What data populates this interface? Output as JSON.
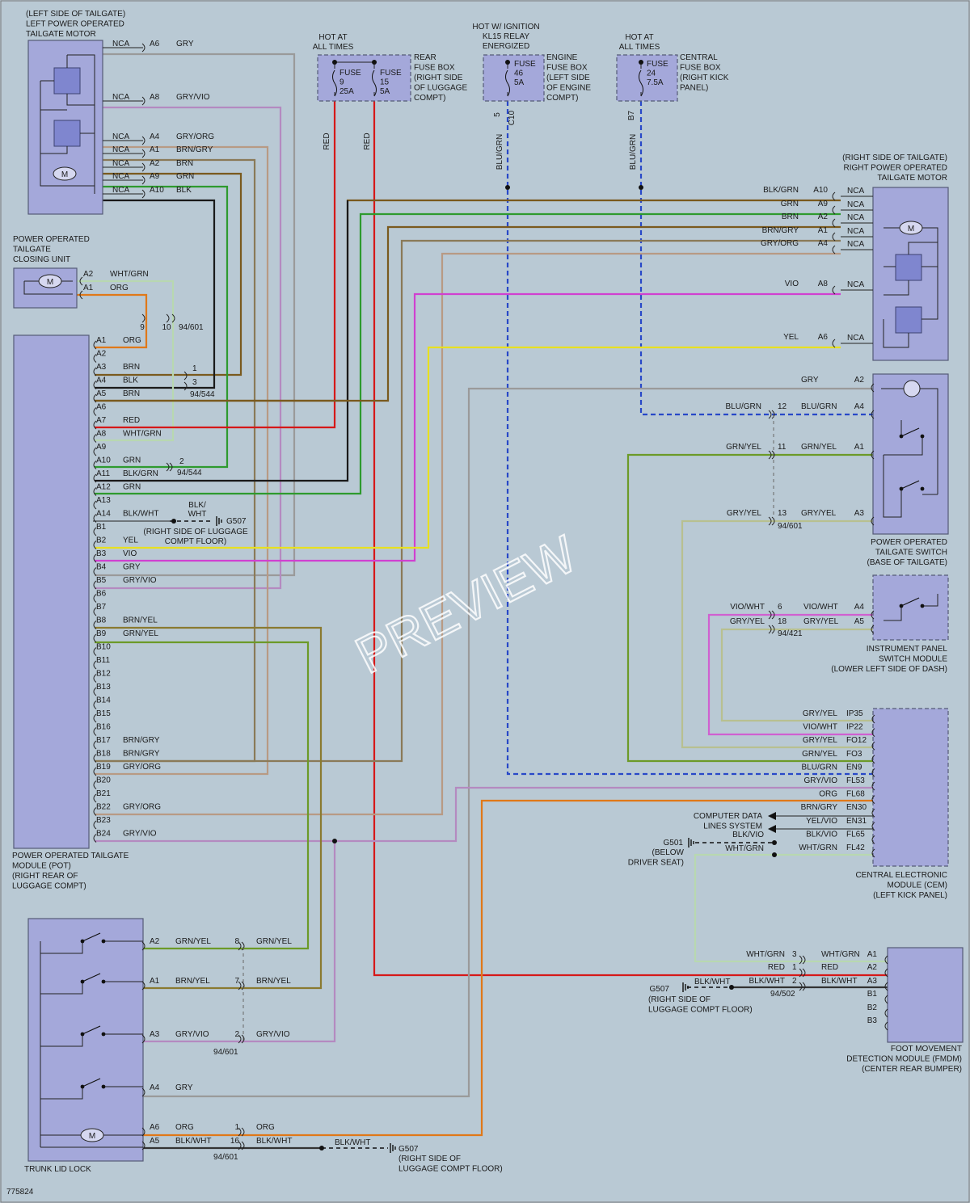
{
  "colors": {
    "background": "#b9c9d4",
    "module_fill": "#a4a8da",
    "GRY": "#9a9a9a",
    "GRYVIO": "#b48ac0",
    "GRYORG": "#b89a84",
    "BRN": "#7a5a1e",
    "BRNGRY": "#8a7a58",
    "GRN": "#2e9a2e",
    "BLK": "#1a1a1a",
    "WHTGRN": "#b8d8b0",
    "ORG": "#e07818",
    "RED": "#d61818",
    "BLUGRN": "#2848c8",
    "VIO": "#d040d0",
    "YEL": "#e8e020",
    "GRNYEL": "#6c9a28",
    "BRNYEL": "#8a7a30",
    "GRYYEL": "#b8c090",
    "VIOWHT": "#d060d0",
    "BLKWHT": "#333333",
    "BLKVIO": "#5a3060"
  },
  "diagram_id": "775824",
  "watermark": "PREVIEW",
  "components": {
    "left_motor": [
      "(LEFT SIDE OF TAILGATE)",
      "LEFT POWER OPERATED",
      "TAILGATE MOTOR"
    ],
    "closing_unit": [
      "POWER OPERATED",
      "TAILGATE",
      "CLOSING UNIT"
    ],
    "pot": [
      "POWER OPERATED TAILGATE",
      "MODULE (POT)",
      "(RIGHT REAR OF",
      "LUGGAGE COMPT)"
    ],
    "trunk_lock": [
      "TRUNK LID LOCK"
    ],
    "rear_fuse": [
      "REAR",
      "FUSE BOX",
      "(RIGHT SIDE",
      "OF LUGGAGE",
      "COMPT)"
    ],
    "rear_fuse_hot": [
      "HOT AT",
      "ALL TIMES"
    ],
    "engine_fuse": [
      "ENGINE",
      "FUSE BOX",
      "(LEFT SIDE",
      "OF ENGINE",
      "COMPT)"
    ],
    "engine_fuse_hot": [
      "HOT W/ IGNITION",
      "KL15 RELAY",
      "ENERGIZED"
    ],
    "central_fuse": [
      "CENTRAL",
      "FUSE BOX",
      "(RIGHT KICK",
      "PANEL)"
    ],
    "central_fuse_hot": [
      "HOT AT",
      "ALL TIMES"
    ],
    "right_motor": [
      "(RIGHT SIDE OF TAILGATE)",
      "RIGHT POWER OPERATED",
      "TAILGATE MOTOR"
    ],
    "tailgate_switch": [
      "POWER OPERATED",
      "TAILGATE SWITCH",
      "(BASE OF TAILGATE)"
    ],
    "ip_switch": [
      "INSTRUMENT PANEL",
      "SWITCH MODULE",
      "(LOWER LEFT SIDE OF DASH)"
    ],
    "cem": [
      "CENTRAL ELECTRONIC",
      "MODULE (CEM)",
      "(LEFT KICK PANEL)"
    ],
    "fmdm": [
      "FOOT MOVEMENT",
      "DETECTION MODULE (FMDM)",
      "(CENTER REAR BUMPER)"
    ]
  },
  "fuses": {
    "f9": [
      "FUSE",
      "9",
      "25A"
    ],
    "f15": [
      "FUSE",
      "15",
      "5A"
    ],
    "f46": [
      "FUSE",
      "46",
      "5A"
    ],
    "f24": [
      "FUSE",
      "24",
      "7.5A"
    ],
    "engine_pins": [
      "5",
      "C10"
    ],
    "central_pin": "B7"
  },
  "left_motor_pins": [
    {
      "nca": "NCA",
      "pin": "A6",
      "color": "GRY"
    },
    {
      "nca": "NCA",
      "pin": "A8",
      "color": "GRY/VIO"
    },
    {
      "nca": "NCA",
      "pin": "A4",
      "color": "GRY/ORG"
    },
    {
      "nca": "NCA",
      "pin": "A1",
      "color": "BRN/GRY"
    },
    {
      "nca": "NCA",
      "pin": "A2",
      "color": "BRN"
    },
    {
      "nca": "NCA",
      "pin": "A9",
      "color": "GRN"
    },
    {
      "nca": "NCA",
      "pin": "A10",
      "color": "BLK"
    }
  ],
  "closing_pins": [
    {
      "pin": "A2",
      "color": "WHT/GRN"
    },
    {
      "pin": "A1",
      "color": "ORG"
    }
  ],
  "closing_conn": [
    "9",
    "10",
    "94/601"
  ],
  "pot_pins": [
    {
      "pin": "A1",
      "color": "ORG"
    },
    {
      "pin": "A2",
      "color": ""
    },
    {
      "pin": "A3",
      "color": "BRN"
    },
    {
      "pin": "A4",
      "color": "BLK"
    },
    {
      "pin": "A5",
      "color": "BRN"
    },
    {
      "pin": "A6",
      "color": ""
    },
    {
      "pin": "A7",
      "color": "RED"
    },
    {
      "pin": "A8",
      "color": "WHT/GRN"
    },
    {
      "pin": "A9",
      "color": ""
    },
    {
      "pin": "A10",
      "color": "GRN"
    },
    {
      "pin": "A11",
      "color": "BLK/GRN"
    },
    {
      "pin": "A12",
      "color": "GRN"
    },
    {
      "pin": "A13",
      "color": ""
    },
    {
      "pin": "A14",
      "color": "BLK/WHT"
    },
    {
      "pin": "B1",
      "color": ""
    },
    {
      "pin": "B2",
      "color": "YEL"
    },
    {
      "pin": "B3",
      "color": "VIO"
    },
    {
      "pin": "B4",
      "color": "GRY"
    },
    {
      "pin": "B5",
      "color": "GRY/VIO"
    },
    {
      "pin": "B6",
      "color": ""
    },
    {
      "pin": "B7",
      "color": ""
    },
    {
      "pin": "B8",
      "color": "BRN/YEL"
    },
    {
      "pin": "B9",
      "color": "GRN/YEL"
    },
    {
      "pin": "B10",
      "color": ""
    },
    {
      "pin": "B11",
      "color": ""
    },
    {
      "pin": "B12",
      "color": ""
    },
    {
      "pin": "B13",
      "color": ""
    },
    {
      "pin": "B14",
      "color": ""
    },
    {
      "pin": "B15",
      "color": ""
    },
    {
      "pin": "B16",
      "color": ""
    },
    {
      "pin": "B17",
      "color": "BRN/GRY"
    },
    {
      "pin": "B18",
      "color": "BRN/GRY"
    },
    {
      "pin": "B19",
      "color": "GRY/ORG"
    },
    {
      "pin": "B20",
      "color": ""
    },
    {
      "pin": "B21",
      "color": ""
    },
    {
      "pin": "B22",
      "color": "GRY/ORG"
    },
    {
      "pin": "B23",
      "color": ""
    },
    {
      "pin": "B24",
      "color": "GRY/VIO"
    }
  ],
  "pot_conn": {
    "c1": "1",
    "c3": "3",
    "c544a": "94/544",
    "c2": "2",
    "c544b": "94/544"
  },
  "g507_top": {
    "wire": [
      "BLK/",
      "WHT"
    ],
    "name": "G507",
    "loc": [
      "(RIGHT SIDE OF LUGGAGE",
      "COMPT FLOOR)"
    ]
  },
  "wire_red_labels": [
    "RED",
    "RED"
  ],
  "wire_blugrn_labels": [
    "BLU/GRN",
    "BLU/GRN"
  ],
  "right_motor_pins": [
    {
      "color": "BLK/GRN",
      "pin": "A10",
      "nca": "NCA"
    },
    {
      "color": "GRN",
      "pin": "A9",
      "nca": "NCA"
    },
    {
      "color": "BRN",
      "pin": "A2",
      "nca": "NCA"
    },
    {
      "color": "BRN/GRY",
      "pin": "A1",
      "nca": "NCA"
    },
    {
      "color": "GRY/ORG",
      "pin": "A4",
      "nca": "NCA"
    },
    {
      "color": "VIO",
      "pin": "A8",
      "nca": "NCA"
    },
    {
      "color": "YEL",
      "pin": "A6",
      "nca": "NCA"
    }
  ],
  "switch_pins": [
    {
      "left": "",
      "num": "",
      "right": "GRY",
      "pin": "A2"
    },
    {
      "left": "BLU/GRN",
      "num": "12",
      "right": "BLU/GRN",
      "pin": "A4"
    },
    {
      "left": "GRN/YEL",
      "num": "11",
      "right": "GRN/YEL",
      "pin": "A1"
    },
    {
      "left": "GRY/YEL",
      "num": "13",
      "right": "GRY/YEL",
      "pin": "A3"
    }
  ],
  "switch_conn": "94/601",
  "ip_pins": [
    {
      "left": "VIO/WHT",
      "num": "6",
      "right": "VIO/WHT",
      "pin": "A4"
    },
    {
      "left": "GRY/YEL",
      "num": "18",
      "right": "GRY/YEL",
      "pin": "A5"
    }
  ],
  "ip_conn": "94/421",
  "cem_pins": [
    {
      "color": "GRY/YEL",
      "pin": "IP35"
    },
    {
      "color": "VIO/WHT",
      "pin": "IP22"
    },
    {
      "color": "GRY/YEL",
      "pin": "FO12"
    },
    {
      "color": "GRN/YEL",
      "pin": "FO3"
    },
    {
      "color": "BLU/GRN",
      "pin": "EN9"
    },
    {
      "color": "GRY/VIO",
      "pin": "FL53"
    },
    {
      "color": "ORG",
      "pin": "FL68"
    },
    {
      "color": "BRN/GRY",
      "pin": "EN30"
    },
    {
      "color": "YEL/VIO",
      "pin": "EN31"
    },
    {
      "color": "BLK/VIO",
      "pin": "FL65"
    },
    {
      "color": "WHT/GRN",
      "pin": "FL42"
    }
  ],
  "computer_data": [
    "COMPUTER DATA",
    "LINES SYSTEM"
  ],
  "g501": {
    "name": "G501",
    "loc": [
      "(BELOW",
      "DRIVER SEAT)"
    ],
    "wire1": "BLK/VIO",
    "wire2": "WHT/GRN"
  },
  "fmdm_pins": [
    {
      "left": "WHT/GRN",
      "num": "3",
      "right": "WHT/GRN",
      "pin": "A1"
    },
    {
      "left": "RED",
      "num": "1",
      "right": "RED",
      "pin": "A2"
    },
    {
      "left": "BLK/WHT",
      "num": "2",
      "right": "BLK/WHT",
      "pin": "A3"
    },
    {
      "left": "",
      "num": "",
      "right": "",
      "pin": "B1"
    },
    {
      "left": "",
      "num": "",
      "right": "",
      "pin": "B2"
    },
    {
      "left": "",
      "num": "",
      "right": "",
      "pin": "B3"
    }
  ],
  "fmdm_conn": "94/502",
  "g507_mid": {
    "wire": "BLK/WHT",
    "name": "G507",
    "loc": [
      "(RIGHT SIDE OF",
      "LUGGAGE COMPT FLOOR)"
    ]
  },
  "lock_pins": [
    {
      "pin": "A2",
      "color": "GRN/YEL",
      "num": "8",
      "color2": "GRN/YEL"
    },
    {
      "pin": "A1",
      "color": "BRN/YEL",
      "num": "7",
      "color2": "BRN/YEL"
    },
    {
      "pin": "A3",
      "color": "GRY/VIO",
      "num": "2",
      "color2": "GRY/VIO"
    },
    {
      "pin": "A4",
      "color": "GRY",
      "num": "",
      "color2": ""
    },
    {
      "pin": "A6",
      "color": "ORG",
      "num": "1",
      "color2": "ORG"
    },
    {
      "pin": "A5",
      "color": "BLK/WHT",
      "num": "16",
      "color2": "BLK/WHT"
    }
  ],
  "lock_conn": [
    "94/601",
    "94/601"
  ],
  "g507_bot": {
    "wire": "BLK/WHT",
    "name": "G507",
    "loc": [
      "(RIGHT SIDE OF",
      "LUGGAGE COMPT FLOOR)"
    ]
  },
  "motor_symbol": "M"
}
